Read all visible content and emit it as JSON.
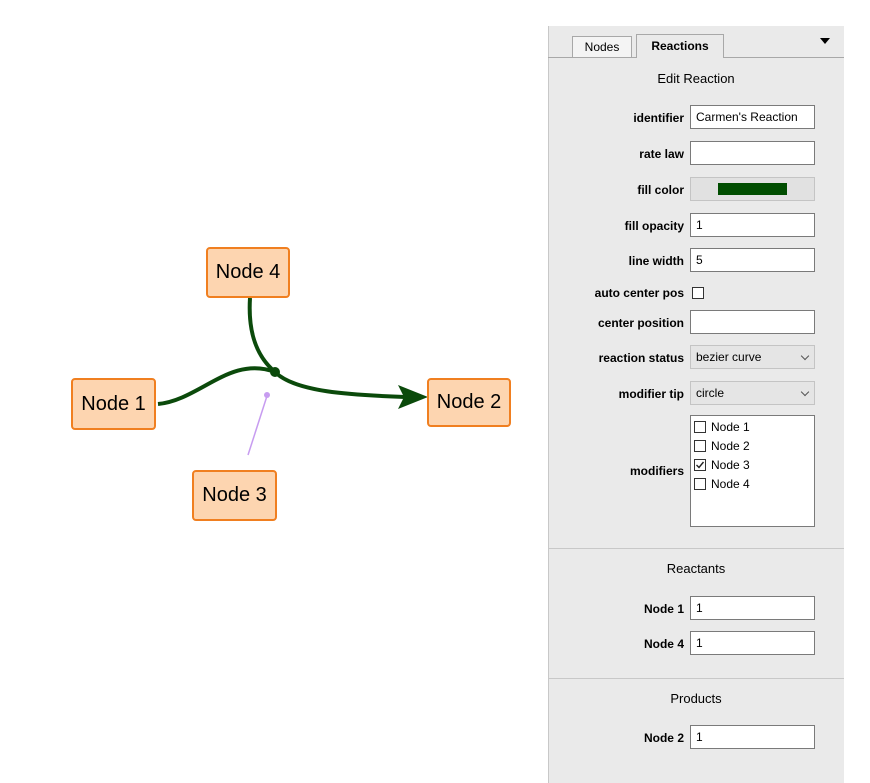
{
  "canvas": {
    "nodes": [
      {
        "id": "node1",
        "label": "Node 1"
      },
      {
        "id": "node2",
        "label": "Node 2"
      },
      {
        "id": "node3",
        "label": "Node 3"
      },
      {
        "id": "node4",
        "label": "Node 4"
      }
    ],
    "reaction_color": "#0b4a0b",
    "modifier_line_color": "#c79cf0"
  },
  "tabs": {
    "nodes_label": "Nodes",
    "reactions_label": "Reactions",
    "active": "Reactions"
  },
  "edit_reaction": {
    "title": "Edit Reaction",
    "identifier_label": "identifier",
    "identifier_value": "Carmen's Reaction",
    "rate_law_label": "rate law",
    "rate_law_value": "",
    "fill_color_label": "fill color",
    "fill_color_value": "#004d00",
    "fill_opacity_label": "fill opacity",
    "fill_opacity_value": "1",
    "line_width_label": "line width",
    "line_width_value": "5",
    "auto_center_label": "auto center pos",
    "auto_center_checked": false,
    "center_position_label": "center position",
    "center_position_value": "",
    "reaction_status_label": "reaction status",
    "reaction_status_value": "bezier curve",
    "modifier_tip_label": "modifier tip",
    "modifier_tip_value": "circle",
    "modifiers_label": "modifiers",
    "modifiers": [
      {
        "label": "Node 1",
        "checked": false
      },
      {
        "label": "Node 2",
        "checked": false
      },
      {
        "label": "Node 3",
        "checked": true
      },
      {
        "label": "Node 4",
        "checked": false
      }
    ]
  },
  "reactants": {
    "title": "Reactants",
    "items": [
      {
        "label": "Node 1",
        "value": "1"
      },
      {
        "label": "Node 4",
        "value": "1"
      }
    ]
  },
  "products": {
    "title": "Products",
    "items": [
      {
        "label": "Node 2",
        "value": "1"
      }
    ]
  }
}
